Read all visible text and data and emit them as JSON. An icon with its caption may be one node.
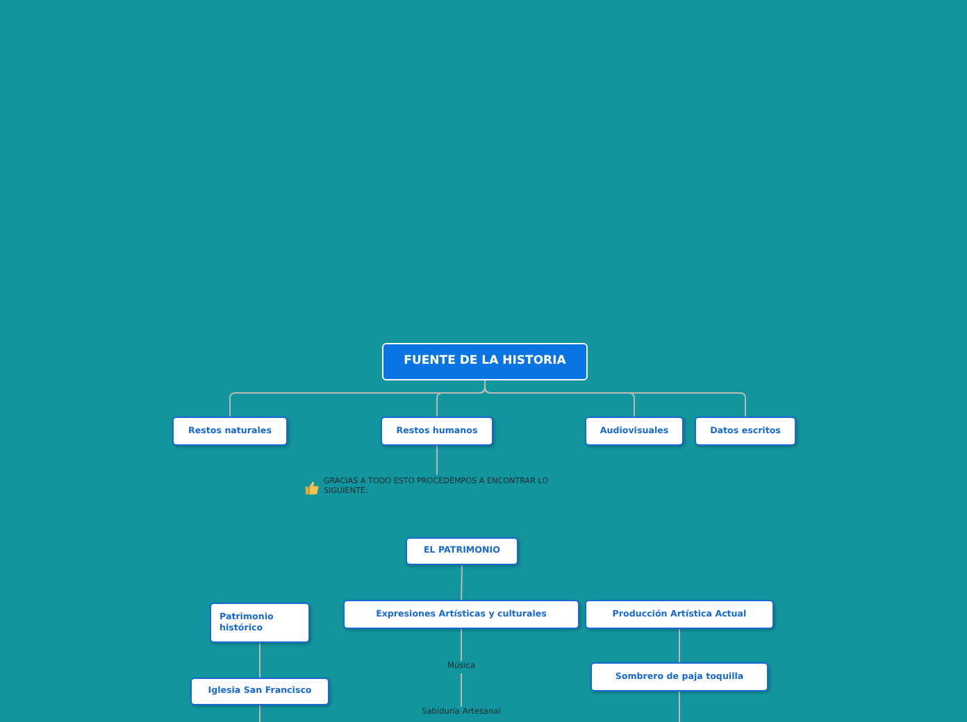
{
  "diagram": {
    "nodes": [
      {
        "text": [
          "FUENTE DE LA HISTORIA"
        ]
      },
      {
        "text": [
          "Restos naturales"
        ]
      },
      {
        "text": [
          "Restos humanos"
        ]
      },
      {
        "text": [
          "Audiovisuales"
        ]
      },
      {
        "text": [
          "Datos escritos"
        ]
      },
      {
        "text": [
          "GRACIAS A TODO ESTO PROCEDEMPOS A ENCONTRAR LO SIGUIENTE:"
        ]
      },
      {
        "text": [
          "EL PATRIMONIO"
        ]
      },
      {
        "text": [
          "Patrimonio histórico"
        ]
      },
      {
        "text": [
          "Expresiones Artísticas y culturales"
        ]
      },
      {
        "text": [
          "Producción Artística Actual"
        ]
      },
      {
        "text": [
          "Música"
        ]
      },
      {
        "text": [
          "Iglesia San Francisco"
        ]
      },
      {
        "text": [
          "Sombrero de paja toquilla"
        ]
      },
      {
        "text": [
          "Sabiduría Artesanal"
        ]
      }
    ],
    "edges": [
      {
        "from": 0,
        "to": 1,
        "arrow": "none"
      },
      {
        "from": 0,
        "to": 2,
        "arrow": "none"
      },
      {
        "from": 0,
        "to": 3,
        "arrow": "none"
      },
      {
        "from": 0,
        "to": 4,
        "arrow": "none"
      },
      {
        "from": 2,
        "to": 5,
        "arrow": "none"
      },
      {
        "from": 6,
        "to": 8,
        "arrow": "none"
      },
      {
        "from": 7,
        "to": 11,
        "arrow": "none"
      },
      {
        "from": 8,
        "to": 10,
        "arrow": "none"
      },
      {
        "from": 9,
        "to": 12,
        "arrow": "none"
      },
      {
        "from": 10,
        "to": 13,
        "arrow": "none"
      },
      {
        "from": 11,
        "to": null,
        "arrow": "none"
      },
      {
        "from": 12,
        "to": null,
        "arrow": "none"
      }
    ]
  }
}
